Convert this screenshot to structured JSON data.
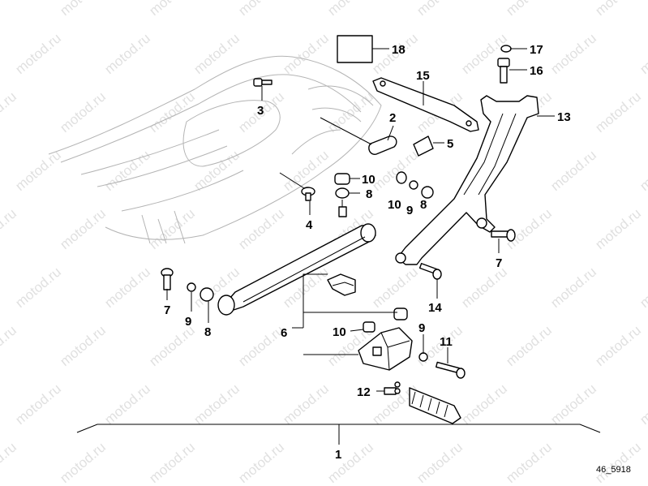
{
  "diagram": {
    "code": "46_5918",
    "watermark": "motod.ru",
    "labels": {
      "p1": "1",
      "p2": "2",
      "p3": "3",
      "p4": "4",
      "p5": "5",
      "p6": "6",
      "p7a": "7",
      "p7b": "7",
      "p8a": "8",
      "p8b": "8",
      "p8c": "8",
      "p9a": "9",
      "p9b": "9",
      "p9c": "9",
      "p10a": "10",
      "p10b": "10",
      "p10c": "10",
      "p11": "11",
      "p12": "12",
      "p13": "13",
      "p14": "14",
      "p15": "15",
      "p16": "16",
      "p17": "17",
      "p18": "18"
    }
  }
}
